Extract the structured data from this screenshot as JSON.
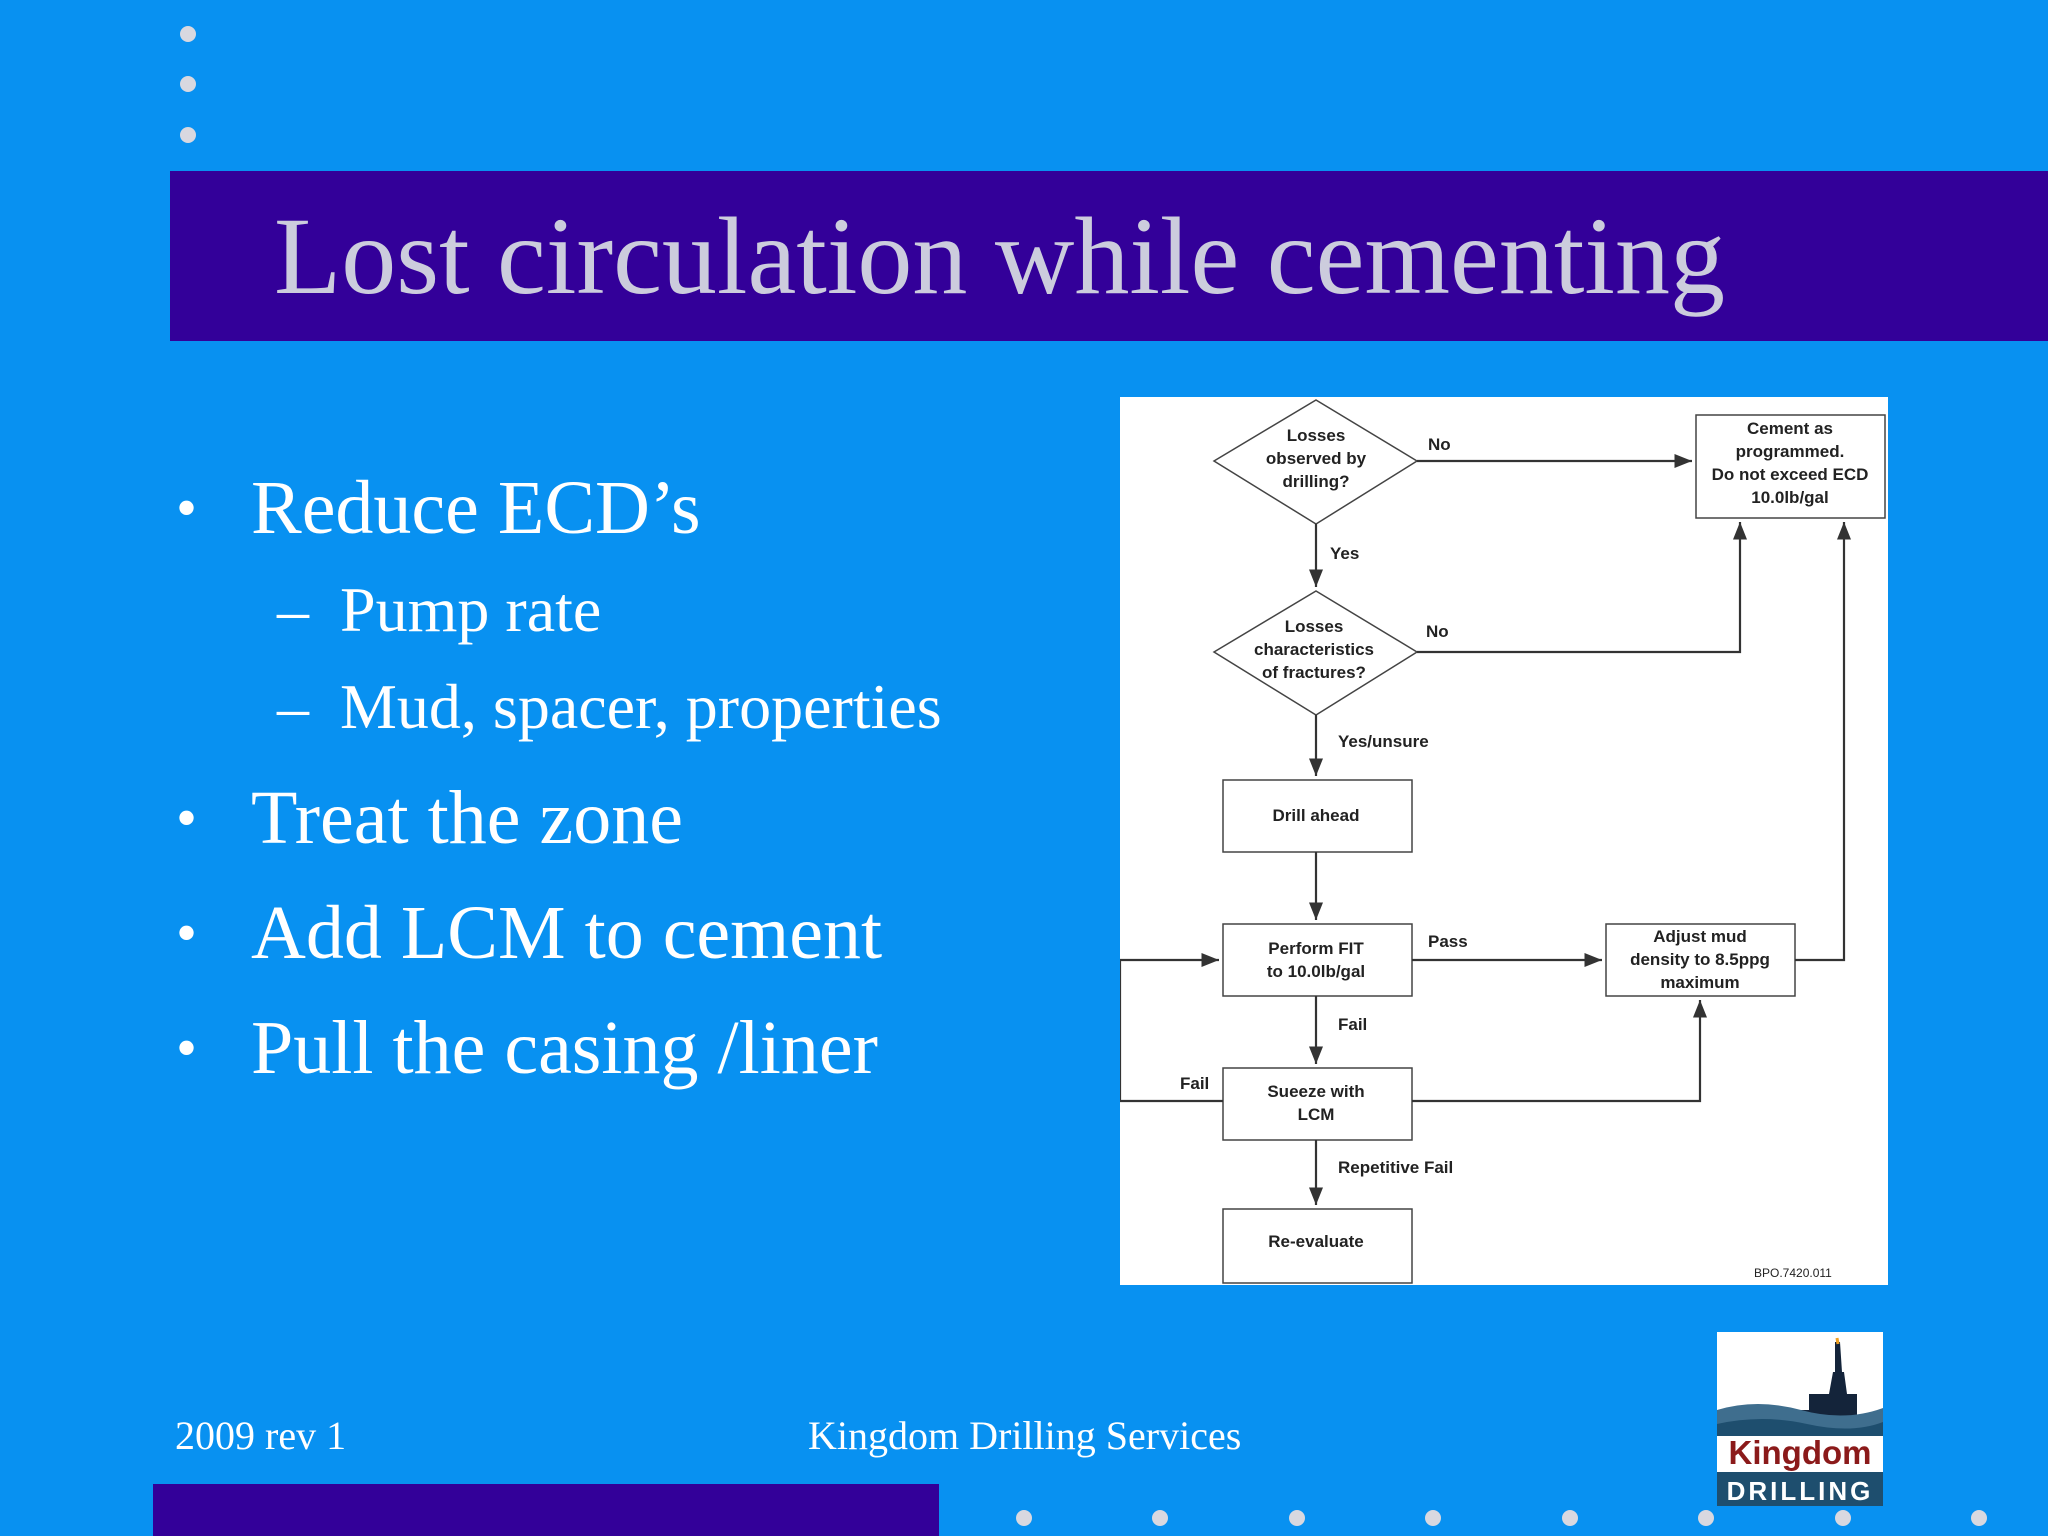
{
  "slide": {
    "title": "Lost circulation while cementing",
    "bullets": [
      {
        "label": "Reduce ECD’s",
        "sub": [
          "Pump rate",
          "Mud, spacer, properties"
        ]
      },
      {
        "label": "Treat the zone",
        "sub": []
      },
      {
        "label": "Add LCM to cement",
        "sub": []
      },
      {
        "label": "Pull the casing /liner",
        "sub": []
      }
    ],
    "bullet_marker": "•",
    "sub_marker": "–"
  },
  "flowchart": {
    "nodes": {
      "q1": [
        "Losses",
        "observed by",
        "drilling?"
      ],
      "q2": [
        "Losses",
        "characteristics",
        "of fractures?"
      ],
      "drill": [
        "Drill ahead"
      ],
      "fit": [
        "Perform FIT",
        "to 10.0lb/gal"
      ],
      "squeeze": [
        "Sueeze with",
        "LCM"
      ],
      "reeval": [
        "Re-evaluate"
      ],
      "cement": [
        "Cement as",
        "programmed.",
        "Do not exceed ECD",
        "10.0lb/gal"
      ],
      "adjust": [
        "Adjust mud",
        "density to 8.5ppg",
        "maximum"
      ]
    },
    "edge_labels": {
      "q1_no": "No",
      "q1_yes": "Yes",
      "q2_no": "No",
      "q2_yes": "Yes/unsure",
      "fit_pass": "Pass",
      "fit_fail": "Fail",
      "squeeze_fail": "Fail",
      "squeeze_repeat": "Repetitive Fail"
    },
    "code": "BPO.7420.011"
  },
  "footer": {
    "left": "2009 rev 1",
    "center": "Kingdom Drilling Services"
  },
  "logo": {
    "line1": "Kingdom",
    "line2": "DRILLING"
  },
  "colors": {
    "background": "#0891F1",
    "title_bar": "#330099",
    "title_text": "#CCCCDD",
    "body_text": "#FFFFFF"
  }
}
